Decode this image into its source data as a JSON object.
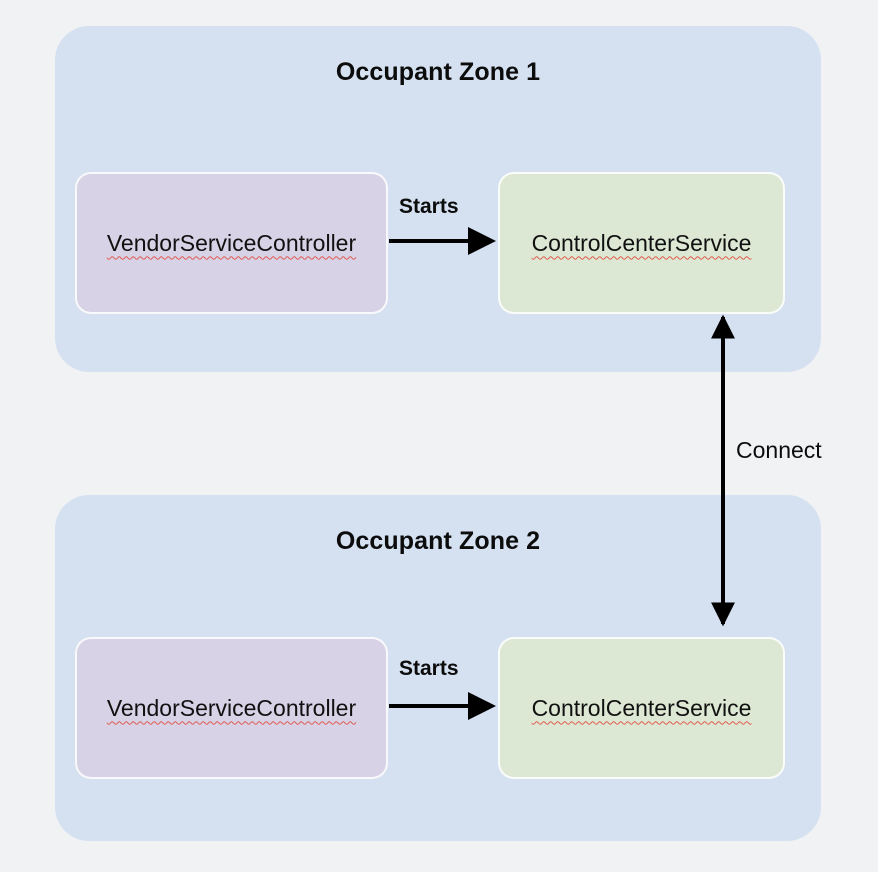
{
  "diagram": {
    "background_color": "#f1f2f4",
    "zone_color": "#d5e1f1",
    "vendor_box_color": "#d7d2e5",
    "control_box_color": "#dde8d4",
    "arrow_color": "#000000",
    "spellcheck_underline_color": "#e05a4f",
    "zones": [
      {
        "title": "Occupant Zone 1",
        "nodes": [
          {
            "label": "VendorServiceController",
            "role": "vendor-service-controller"
          },
          {
            "label": "ControlCenterService",
            "role": "control-center-service"
          }
        ],
        "edge_label": "Starts"
      },
      {
        "title": "Occupant Zone 2",
        "nodes": [
          {
            "label": "VendorServiceController",
            "role": "vendor-service-controller"
          },
          {
            "label": "ControlCenterService",
            "role": "control-center-service"
          }
        ],
        "edge_label": "Starts"
      }
    ],
    "cross_zone_edge": {
      "label": "Connect",
      "direction": "bidirectional",
      "from": "ControlCenterService (Occupant Zone 1)",
      "to": "ControlCenterService (Occupant Zone 2)"
    }
  }
}
